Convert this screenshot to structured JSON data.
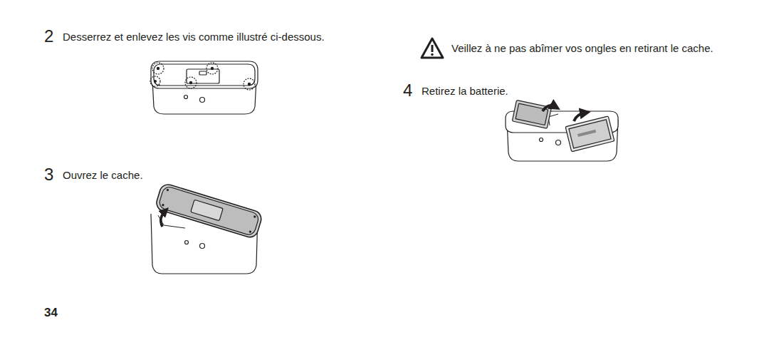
{
  "diagram": {
    "labels": [
      "2",
      "Desserrez et enlevez les vis comme illustré ci-dessous.",
      "3",
      "Ouvrez le cache.",
      "Veillez à ne pas abîmer vos ongles en retirant le cache.",
      "4",
      "Retirez la batterie.",
      "34"
    ]
  }
}
